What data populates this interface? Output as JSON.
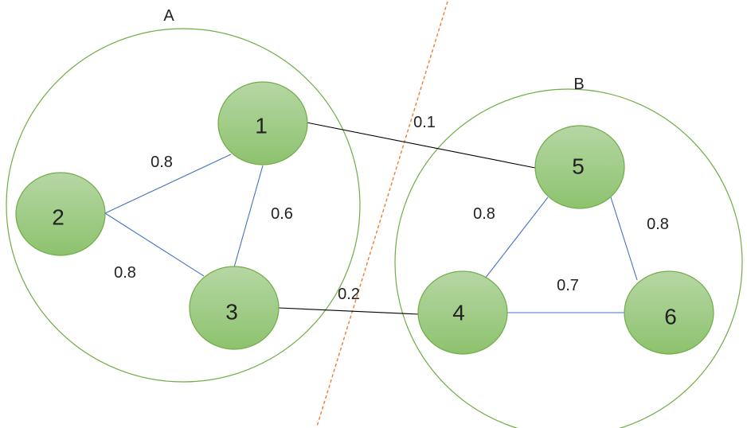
{
  "colors": {
    "cluster_stroke": "#70ad47",
    "node_stroke": "#70ad47",
    "node_fill_top": "#b6d7a4",
    "node_fill_bottom": "#8dc26e",
    "intra_edge": "#4472c4",
    "inter_edge": "#000000",
    "cut_line": "#ed7d31"
  },
  "clusters": [
    {
      "id": "A",
      "label": "A"
    },
    {
      "id": "B",
      "label": "B"
    }
  ],
  "nodes": [
    {
      "id": "1",
      "label": "1",
      "cluster": "A"
    },
    {
      "id": "2",
      "label": "2",
      "cluster": "A"
    },
    {
      "id": "3",
      "label": "3",
      "cluster": "A"
    },
    {
      "id": "4",
      "label": "4",
      "cluster": "B"
    },
    {
      "id": "5",
      "label": "5",
      "cluster": "B"
    },
    {
      "id": "6",
      "label": "6",
      "cluster": "B"
    }
  ],
  "edges": [
    {
      "from": "2",
      "to": "1",
      "weight": "0.8",
      "kind": "intra"
    },
    {
      "from": "1",
      "to": "3",
      "weight": "0.6",
      "kind": "intra"
    },
    {
      "from": "2",
      "to": "3",
      "weight": "0.8",
      "kind": "intra"
    },
    {
      "from": "1",
      "to": "5",
      "weight": "0.1",
      "kind": "inter"
    },
    {
      "from": "3",
      "to": "4",
      "weight": "0.2",
      "kind": "inter"
    },
    {
      "from": "4",
      "to": "5",
      "weight": "0.8",
      "kind": "intra"
    },
    {
      "from": "5",
      "to": "6",
      "weight": "0.8",
      "kind": "intra"
    },
    {
      "from": "4",
      "to": "6",
      "weight": "0.7",
      "kind": "intra"
    }
  ]
}
